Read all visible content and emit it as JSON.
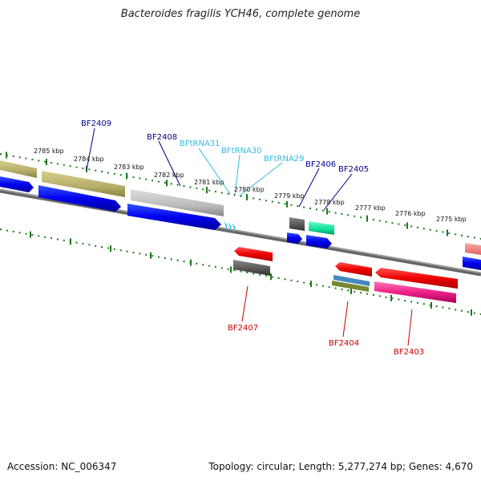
{
  "title": "Bacteroides fragilis YCH46, complete genome",
  "accession": "Accession: NC_006347",
  "topology": "Topology: circular; Length: 5,277,274 bp; Genes: 4,670",
  "colors": {
    "label_blue": "#00008b",
    "label_cyan": "#33bbdd",
    "label_red": "#cc0000",
    "tick_green": "#1a7a1a",
    "backbone": "#888888"
  },
  "kbp_ticks": [
    "2785 kbp",
    "2784 kbp",
    "2783 kbp",
    "2782 kbp",
    "2781 kbp",
    "2780 kbp",
    "2779 kbp",
    "2778 kbp",
    "2777 kbp",
    "2776 kbp",
    "2775 kbp"
  ],
  "labels_top": [
    {
      "id": "BF2409",
      "text": "BF2409",
      "kind": "gene"
    },
    {
      "id": "BF2408",
      "text": "BF2408",
      "kind": "gene"
    },
    {
      "id": "BFtRNA31",
      "text": "BFtRNA31",
      "kind": "trna"
    },
    {
      "id": "BFtRNA30",
      "text": "BFtRNA30",
      "kind": "trna"
    },
    {
      "id": "BFtRNA29",
      "text": "BFtRNA29",
      "kind": "trna"
    },
    {
      "id": "BF2406",
      "text": "BF2406",
      "kind": "gene"
    },
    {
      "id": "BF2405",
      "text": "BF2405",
      "kind": "gene"
    }
  ],
  "labels_bottom": [
    {
      "id": "BF2407",
      "text": "BF2407"
    },
    {
      "id": "BF2404",
      "text": "BF2404"
    },
    {
      "id": "BF2403",
      "text": "BF2403"
    }
  ]
}
